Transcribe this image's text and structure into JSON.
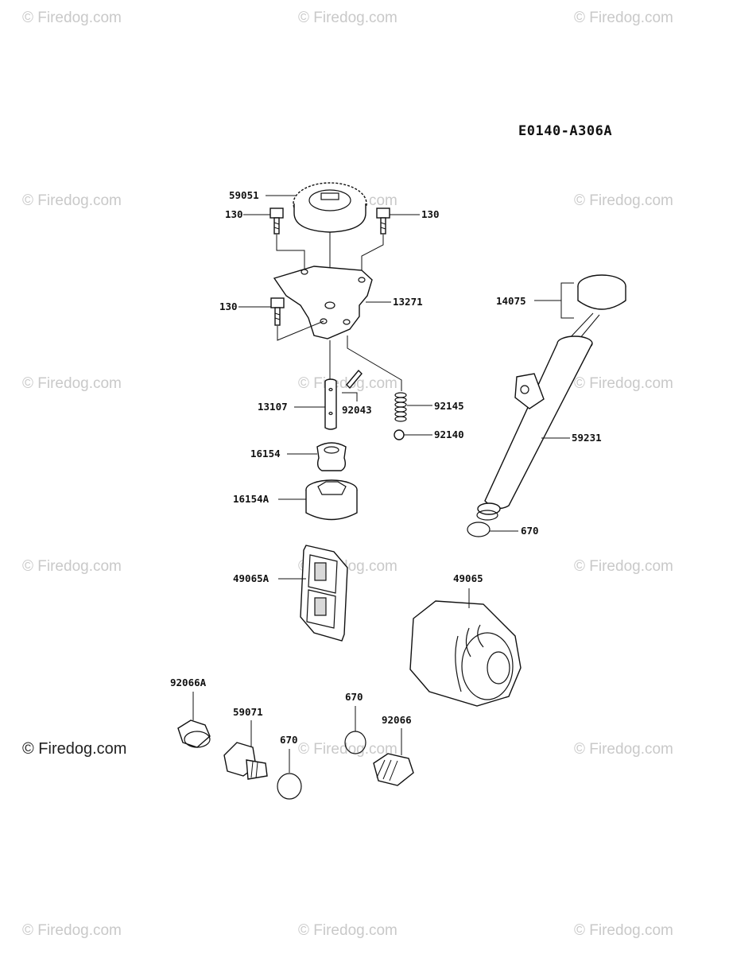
{
  "diagram_code": "E0140-A306A",
  "watermark_text": "© Firedog.com",
  "parts": [
    {
      "id": "p59051",
      "label": "59051",
      "name": "gear"
    },
    {
      "id": "p130a",
      "label": "130",
      "name": "bolt"
    },
    {
      "id": "p130b",
      "label": "130",
      "name": "bolt"
    },
    {
      "id": "p130c",
      "label": "130",
      "name": "bolt"
    },
    {
      "id": "p13271",
      "label": "13271",
      "name": "plate"
    },
    {
      "id": "p13107",
      "label": "13107",
      "name": "shaft"
    },
    {
      "id": "p92043",
      "label": "92043",
      "name": "pin"
    },
    {
      "id": "p92145",
      "label": "92145",
      "name": "spring"
    },
    {
      "id": "p92140",
      "label": "92140",
      "name": "ball"
    },
    {
      "id": "p16154",
      "label": "16154",
      "name": "inner-rotor"
    },
    {
      "id": "p16154A",
      "label": "16154A",
      "name": "outer-rotor"
    },
    {
      "id": "p49065A",
      "label": "49065A",
      "name": "screen-filter"
    },
    {
      "id": "p49065",
      "label": "49065",
      "name": "oil-filter"
    },
    {
      "id": "p14075",
      "label": "14075",
      "name": "dipstick-cap"
    },
    {
      "id": "p59231",
      "label": "59231",
      "name": "oil-fill-tube"
    },
    {
      "id": "p670a",
      "label": "670",
      "name": "o-ring"
    },
    {
      "id": "p670b",
      "label": "670",
      "name": "o-ring"
    },
    {
      "id": "p670c",
      "label": "670",
      "name": "o-ring"
    },
    {
      "id": "p92066A",
      "label": "92066A",
      "name": "drain-plug"
    },
    {
      "id": "p59071",
      "label": "59071",
      "name": "fitting"
    },
    {
      "id": "p92066",
      "label": "92066",
      "name": "drain-plug"
    }
  ]
}
